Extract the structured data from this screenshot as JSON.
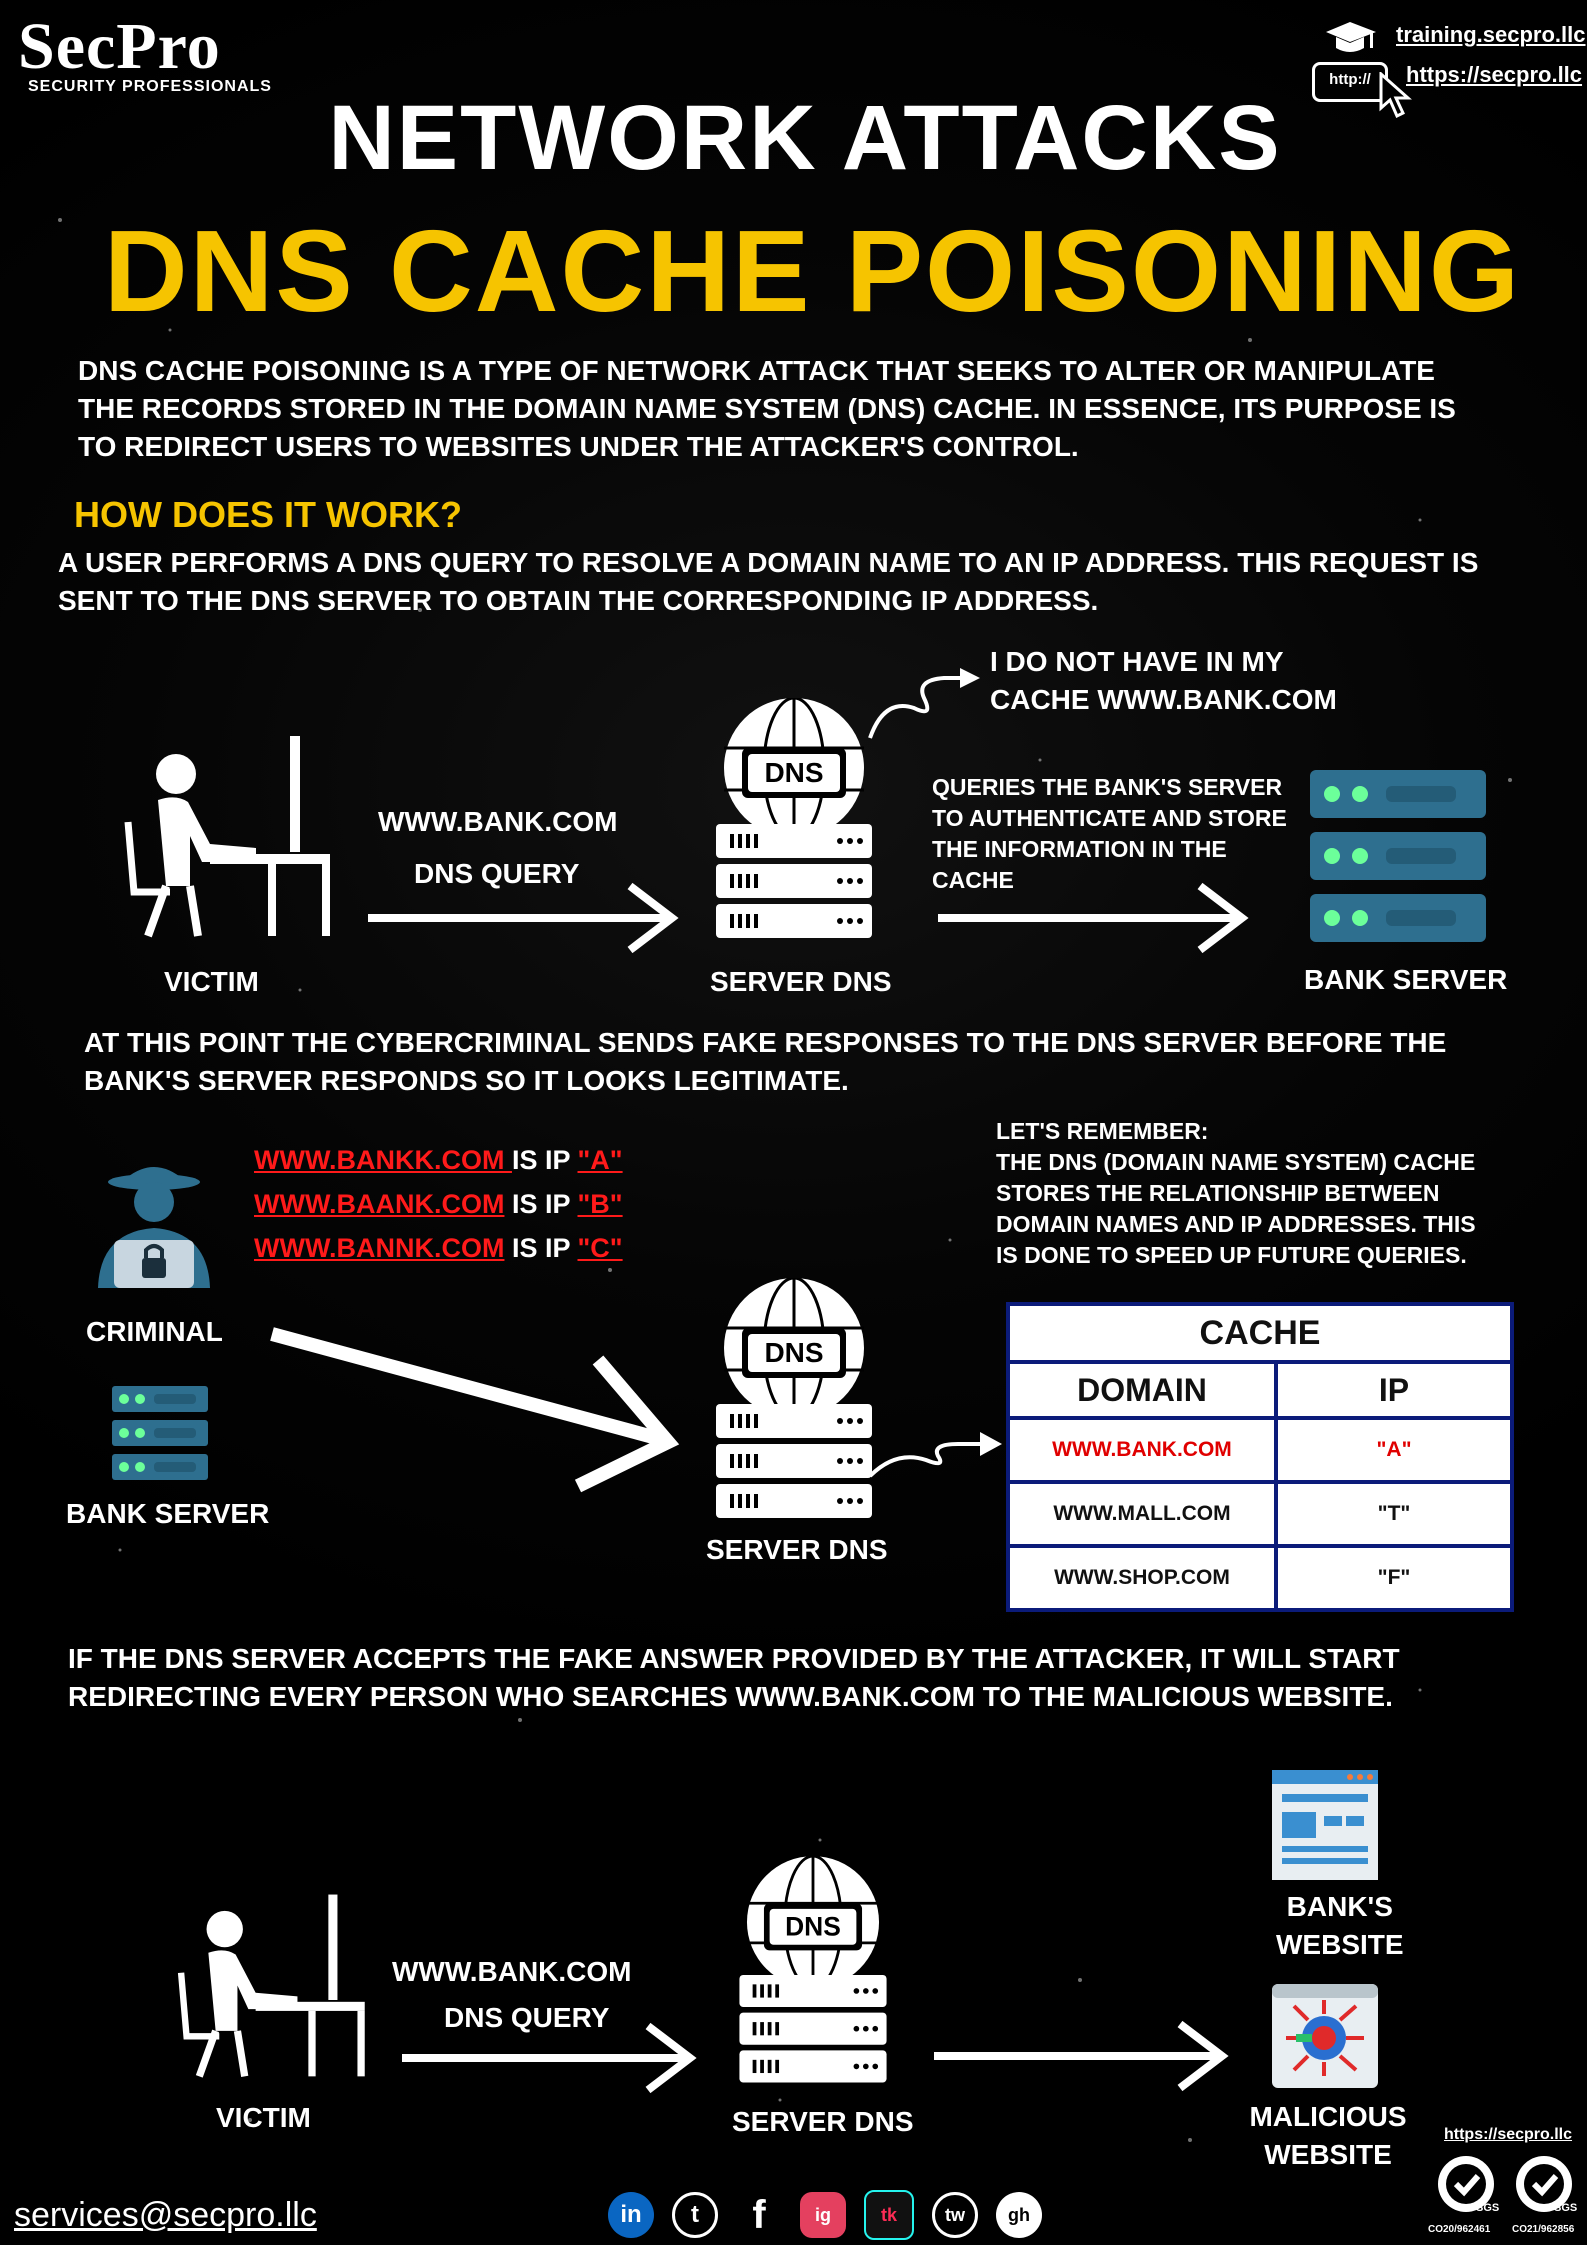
{
  "brand": {
    "name": "SecPro",
    "tagline": "SECURITY PROFESSIONALS"
  },
  "header": {
    "links": [
      "training.secpro.llc",
      "https://secpro.llc"
    ],
    "http_badge": "http://",
    "title_top": "NETWORK ATTACKS",
    "title_main": "DNS CACHE POISONING"
  },
  "intro": "DNS CACHE POISONING IS A TYPE OF NETWORK ATTACK THAT SEEKS TO ALTER OR MANIPULATE THE RECORDS STORED IN THE DOMAIN NAME SYSTEM (DNS) CACHE. IN ESSENCE, ITS PURPOSE IS TO REDIRECT USERS TO WEBSITES UNDER THE ATTACKER'S CONTROL.",
  "how": {
    "heading": "HOW DOES IT WORK?",
    "step1": "A USER PERFORMS A DNS QUERY TO RESOLVE A DOMAIN NAME TO AN IP ADDRESS. THIS REQUEST IS SENT TO THE DNS SERVER TO OBTAIN THE CORRESPONDING IP ADDRESS."
  },
  "diagram1": {
    "victim": "VICTIM",
    "query_domain": "WWW.BANK.COM",
    "query_label": "DNS QUERY",
    "server": "SERVER DNS",
    "dns_tag": "DNS",
    "not_in_cache_1": "I DO NOT HAVE IN MY",
    "not_in_cache_2": "CACHE WWW.BANK.COM",
    "queries_bank": [
      "QUERIES THE BANK'S SERVER",
      "TO AUTHENTICATE AND STORE",
      "THE INFORMATION IN THE",
      "CACHE"
    ],
    "bank_server": "BANK SERVER"
  },
  "step2": "AT THIS POINT THE CYBERCRIMINAL SENDS FAKE RESPONSES TO THE DNS SERVER BEFORE THE BANK'S SERVER RESPONDS SO IT LOOKS LEGITIMATE.",
  "diagram2": {
    "fake": [
      {
        "domain": "WWW.BANKK.COM ",
        "mid": "IS IP ",
        "ip": "\"A\""
      },
      {
        "domain": "WWW.BAANK.COM",
        "mid": " IS IP ",
        "ip": "\"B\""
      },
      {
        "domain": "WWW.BANNK.COM",
        "mid": " IS IP ",
        "ip": "\"C\""
      }
    ],
    "criminal": "CRIMINAL",
    "bank_server": "BANK SERVER",
    "server": "SERVER DNS",
    "dns_tag": "DNS",
    "remember_title": "LET'S REMEMBER:",
    "remember_lines": [
      "THE DNS (DOMAIN NAME SYSTEM) CACHE",
      "STORES THE RELATIONSHIP BETWEEN",
      "DOMAIN NAMES AND IP ADDRESSES. THIS",
      "IS DONE TO SPEED UP FUTURE QUERIES."
    ],
    "cache": {
      "title": "CACHE",
      "col_domain": "DOMAIN",
      "col_ip": "IP",
      "rows": [
        {
          "domain": "WWW.BANK.COM",
          "ip": "\"A\""
        },
        {
          "domain": "WWW.MALL.COM",
          "ip": "\"T\""
        },
        {
          "domain": "WWW.SHOP.COM",
          "ip": "\"F\""
        }
      ]
    }
  },
  "step3": "IF THE DNS SERVER ACCEPTS THE FAKE ANSWER PROVIDED BY THE ATTACKER, IT WILL START REDIRECTING EVERY PERSON WHO SEARCHES WWW.BANK.COM TO THE MALICIOUS WEBSITE.",
  "diagram3": {
    "victim": "VICTIM",
    "query_domain": "WWW.BANK.COM",
    "query_label": "DNS QUERY",
    "server": "SERVER DNS",
    "dns_tag": "DNS",
    "bank_site_1": "BANK'S",
    "bank_site_2": "WEBSITE",
    "mal_site_1": "MALICIOUS",
    "mal_site_2": "WEBSITE"
  },
  "footer": {
    "email": "services@secpro.llc",
    "site": "https://secpro.llc",
    "cert1": "CO20/962461",
    "cert2": "CO21/962856",
    "sgs": "SGS",
    "social": [
      "in",
      "t",
      "f",
      "ig",
      "tk",
      "tw",
      "gh"
    ]
  },
  "colors": {
    "accent": "#f6c400",
    "server_blue": "#2e6f8f",
    "led": "#6cff9a",
    "red": "#ff1a1a",
    "cache_border": "#0b1b7a"
  }
}
